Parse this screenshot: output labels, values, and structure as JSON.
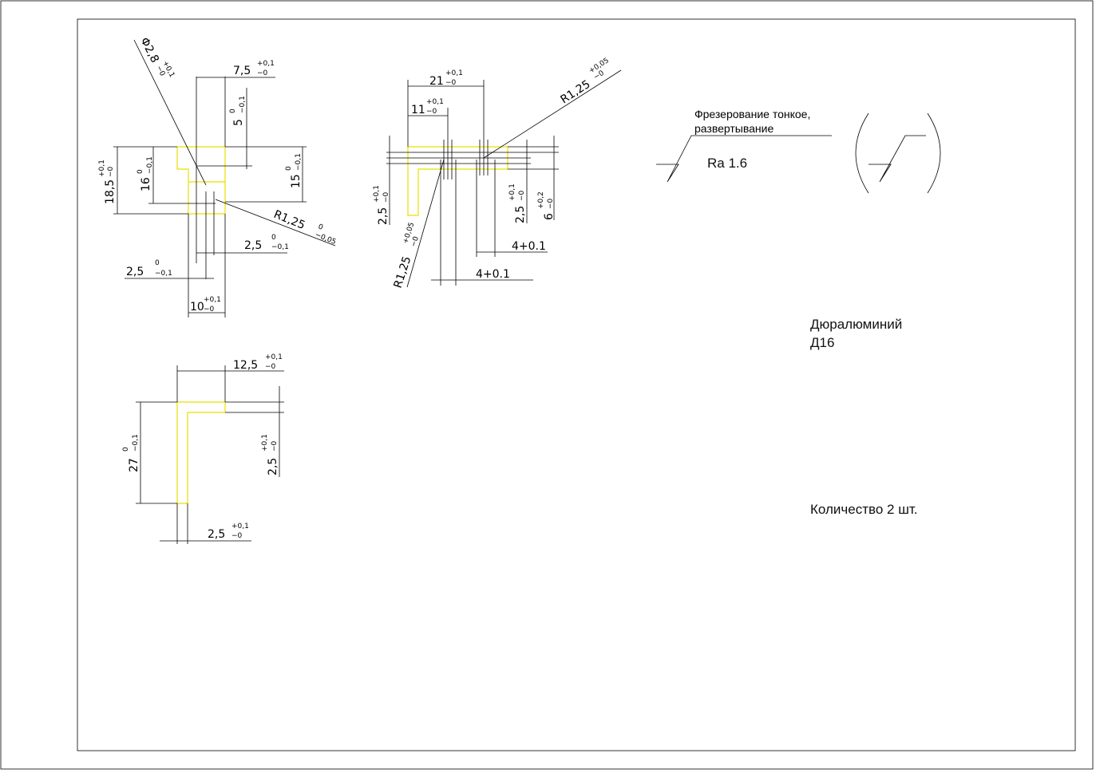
{
  "view1": {
    "dims": {
      "d75": "7,5",
      "d75_tol_up": "+0,1",
      "d75_tol_lo": "−0",
      "d5": "5",
      "d5_tol_up": "0",
      "d5_tol_lo": "−0,1",
      "d185": "18,5",
      "d185_tol_up": "+0,1",
      "d185_tol_lo": "−0",
      "d16": "16",
      "d16_tol_up": "0",
      "d16_tol_lo": "−0,1",
      "d15": "15",
      "d15_tol_up": "0",
      "d15_tol_lo": "−0,1",
      "r125": "R1,25",
      "r125_tol_up": "0",
      "r125_tol_lo": "−0,05",
      "phi28": "Φ2,8",
      "phi28_tol_up": "+0,1",
      "phi28_tol_lo": "−0",
      "d25a": "2,5",
      "d25a_tol_up": "0",
      "d25a_tol_lo": "−0,1",
      "d25b": "2,5",
      "d25b_tol_up": "0",
      "d25b_tol_lo": "−0,1",
      "d10": "10",
      "d10_tol_up": "+0,1",
      "d10_tol_lo": "−0"
    }
  },
  "view2": {
    "dims": {
      "d21": "21",
      "d21_tol_up": "+0,1",
      "d21_tol_lo": "−0",
      "d11": "11",
      "d11_tol_up": "+0,1",
      "d11_tol_lo": "−0",
      "r125a": "R1,25",
      "r125a_tol_up": "+0,05",
      "r125a_tol_lo": "−0",
      "r125b": "R1,25",
      "r125b_tol_up": "+0,05",
      "r125b_tol_lo": "−0",
      "d25l": "2,5",
      "d25l_tol_up": "+0,1",
      "d25l_tol_lo": "−0",
      "d25r": "2,5",
      "d25r_tol_up": "+0,1",
      "d25r_tol_lo": "−0",
      "d6": "6",
      "d6_tol_up": "+0,2",
      "d6_tol_lo": "−0",
      "d4a": "4+0.1",
      "d4b": "4+0.1"
    }
  },
  "view3": {
    "dims": {
      "d125": "12,5",
      "d125_tol_up": "+0,1",
      "d125_tol_lo": "−0",
      "d27": "27",
      "d27_tol_up": "0",
      "d27_tol_lo": "−0,1",
      "d25v": "2,5",
      "d25v_tol_up": "+0,1",
      "d25v_tol_lo": "−0",
      "d25h": "2,5",
      "d25h_tol_up": "+0,1",
      "d25h_tol_lo": "−0"
    }
  },
  "surface": {
    "line1": "Фрезерование тонкое,",
    "line2": "развертывание",
    "roughness": "Ra 1.6"
  },
  "material": {
    "line1": "Дюралюминий",
    "line2": "Д16"
  },
  "quantity": "Количество 2 шт."
}
